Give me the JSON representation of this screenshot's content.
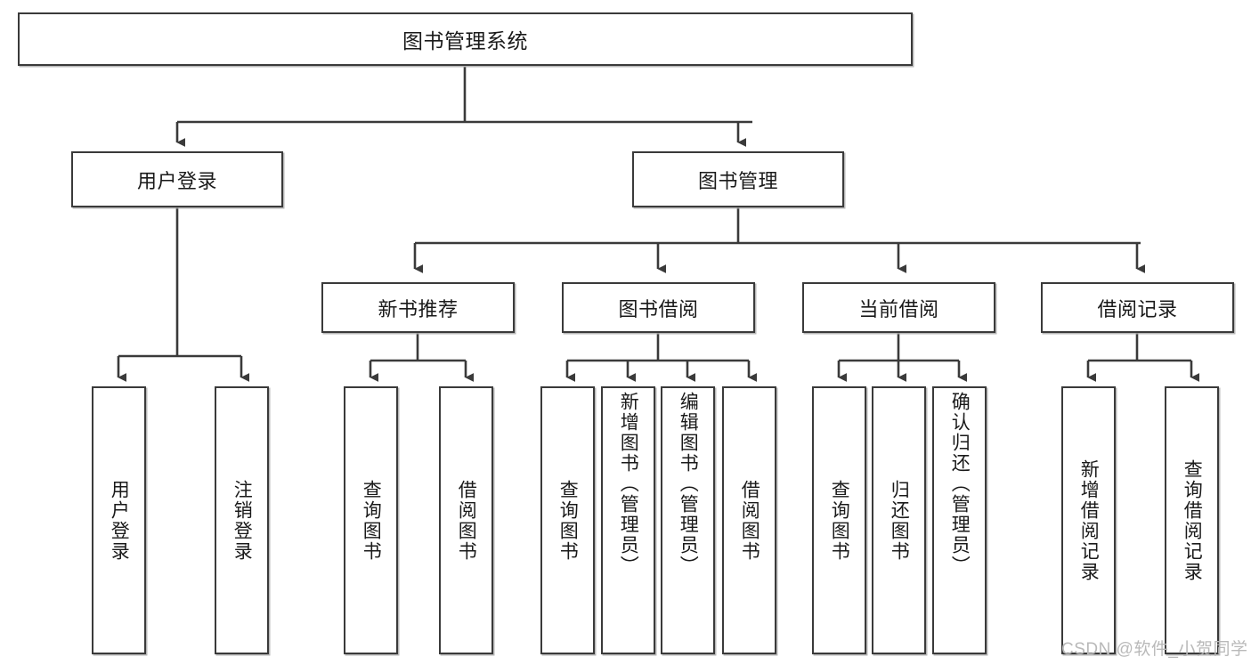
{
  "diagram": {
    "type": "tree-hierarchy",
    "title": "图书管理系统",
    "orientation": "top-down",
    "root": {
      "id": "root",
      "label": "图书管理系统",
      "level": 0
    },
    "level1": [
      {
        "id": "user-login",
        "label": "用户登录"
      },
      {
        "id": "book-manage",
        "label": "图书管理"
      }
    ],
    "level2": [
      {
        "id": "new-book-rec",
        "label": "新书推荐",
        "parent": "book-manage"
      },
      {
        "id": "book-borrow",
        "label": "图书借阅",
        "parent": "book-manage"
      },
      {
        "id": "current-borrow",
        "label": "当前借阅",
        "parent": "book-manage"
      },
      {
        "id": "borrow-record",
        "label": "借阅记录",
        "parent": "book-manage"
      }
    ],
    "leaves": [
      {
        "id": "leaf-user-login",
        "label": "用户登录",
        "parent": "user-login"
      },
      {
        "id": "leaf-user-logout",
        "label": "注销登录",
        "parent": "user-login"
      },
      {
        "id": "leaf-query-book-1",
        "label": "查询图书",
        "parent": "new-book-rec"
      },
      {
        "id": "leaf-borrow-book-1",
        "label": "借阅图书",
        "parent": "new-book-rec"
      },
      {
        "id": "leaf-query-book-2",
        "label": "查询图书",
        "parent": "book-borrow"
      },
      {
        "id": "leaf-add-book",
        "label": "新增图书（管理员）",
        "parent": "book-borrow"
      },
      {
        "id": "leaf-edit-book",
        "label": "编辑图书（管理员）",
        "parent": "book-borrow"
      },
      {
        "id": "leaf-borrow-book-2",
        "label": "借阅图书",
        "parent": "book-borrow"
      },
      {
        "id": "leaf-query-book-3",
        "label": "查询图书",
        "parent": "current-borrow"
      },
      {
        "id": "leaf-return-book",
        "label": "归还图书",
        "parent": "current-borrow"
      },
      {
        "id": "leaf-confirm-return",
        "label": "确认归还（管理员）",
        "parent": "current-borrow"
      },
      {
        "id": "leaf-add-record",
        "label": "新增借阅记录",
        "parent": "borrow-record"
      },
      {
        "id": "leaf-query-record",
        "label": "查询借阅记录",
        "parent": "borrow-record"
      }
    ],
    "watermark": "CSDN @软件_小贺同学",
    "colors": {
      "border": "#3a3a3a",
      "background": "#ffffff",
      "text": "#1a1a1a",
      "connector": "#3a3a3a",
      "watermark": "#b9b9b9"
    }
  }
}
